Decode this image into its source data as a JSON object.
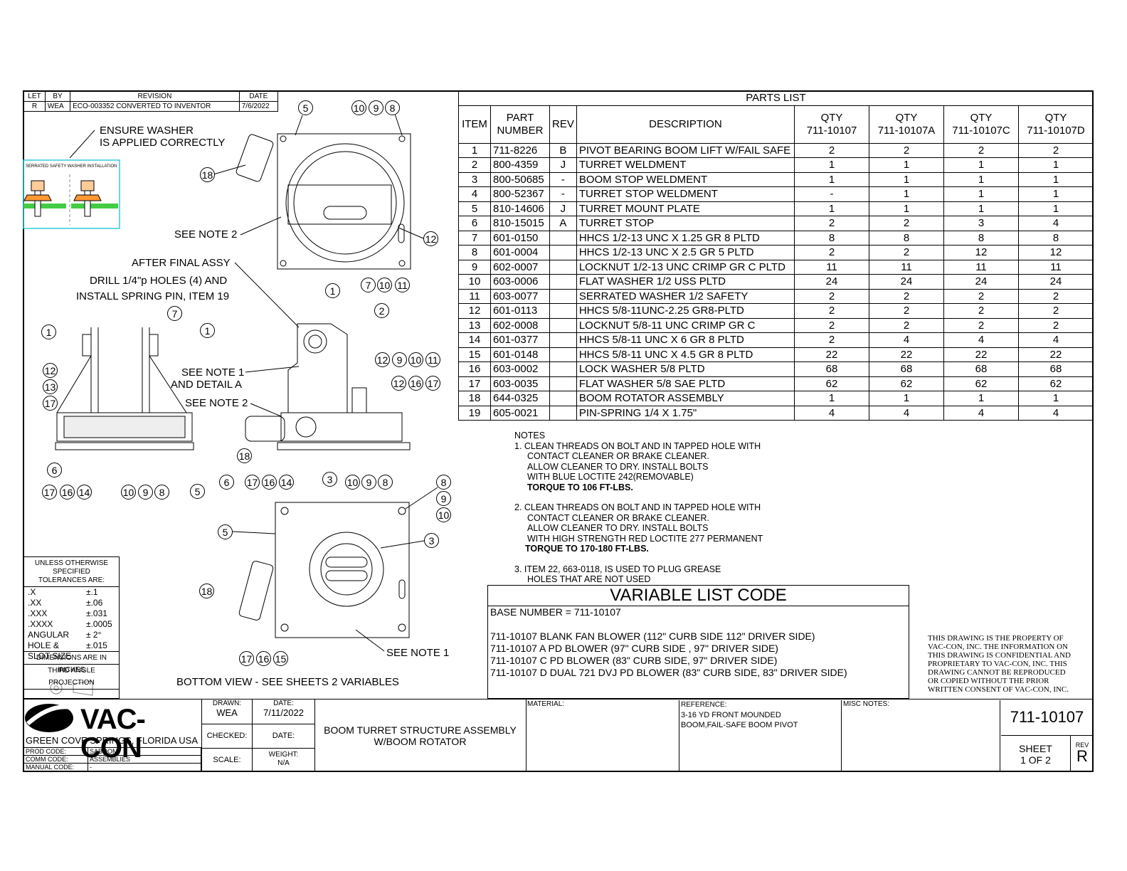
{
  "revision_block": {
    "headers": [
      "LET",
      "BY",
      "REVISION",
      "DATE"
    ],
    "rows": [
      [
        "R",
        "WEA",
        "ECO-003352 CONVERTED TO INVENTOR",
        "7/6/2022"
      ]
    ]
  },
  "washer_note": {
    "line1": "ENSURE WASHER",
    "line2": "IS APPLIED CORRECTLY",
    "detail_title": "SERRATED SAFETY WASHER INSTALLATION"
  },
  "parts_list": {
    "title": "PARTS LIST",
    "headers": {
      "item": "ITEM",
      "part": "PART NUMBER",
      "rev": "REV",
      "desc": "DESCRIPTION",
      "qty_label": "QTY",
      "qty_cols": [
        "711-10107",
        "711-10107A",
        "711-10107C",
        "711-10107D"
      ]
    },
    "rows": [
      {
        "item": "1",
        "part": "711-8226",
        "rev": "B",
        "desc": "PIVOT BEARING BOOM LIFT W/FAIL SAFE",
        "q": [
          "2",
          "2",
          "2",
          "2"
        ]
      },
      {
        "item": "2",
        "part": "800-4359",
        "rev": "J",
        "desc": "TURRET WELDMENT",
        "q": [
          "1",
          "1",
          "1",
          "1"
        ]
      },
      {
        "item": "3",
        "part": "800-50685",
        "rev": "-",
        "desc": "BOOM STOP WELDMENT",
        "q": [
          "1",
          "1",
          "1",
          "1"
        ]
      },
      {
        "item": "4",
        "part": "800-52367",
        "rev": "-",
        "desc": "TURRET STOP WELDMENT",
        "q": [
          "-",
          "1",
          "1",
          "1"
        ]
      },
      {
        "item": "5",
        "part": "810-14606",
        "rev": "J",
        "desc": "TURRET MOUNT PLATE",
        "q": [
          "1",
          "1",
          "1",
          "1"
        ]
      },
      {
        "item": "6",
        "part": "810-15015",
        "rev": "A",
        "desc": "TURRET STOP",
        "q": [
          "2",
          "2",
          "3",
          "4"
        ]
      },
      {
        "item": "7",
        "part": "601-0150",
        "rev": "",
        "desc": "HHCS 1/2-13 UNC X 1.25 GR 8 PLTD",
        "q": [
          "8",
          "8",
          "8",
          "8"
        ]
      },
      {
        "item": "8",
        "part": "601-0004",
        "rev": "",
        "desc": "HHCS 1/2-13 UNC X 2.5 GR 5 PLTD",
        "q": [
          "2",
          "2",
          "12",
          "12"
        ]
      },
      {
        "item": "9",
        "part": "602-0007",
        "rev": "",
        "desc": "LOCKNUT 1/2-13 UNC CRIMP GR C PLTD",
        "q": [
          "11",
          "11",
          "11",
          "11"
        ]
      },
      {
        "item": "10",
        "part": "603-0006",
        "rev": "",
        "desc": "FLAT WASHER 1/2 USS PLTD",
        "q": [
          "24",
          "24",
          "24",
          "24"
        ]
      },
      {
        "item": "11",
        "part": "603-0077",
        "rev": "",
        "desc": "SERRATED WASHER 1/2 SAFETY",
        "q": [
          "2",
          "2",
          "2",
          "2"
        ]
      },
      {
        "item": "12",
        "part": "601-0113",
        "rev": "",
        "desc": "HHCS 5/8-11UNC-2.25 GR8-PLTD",
        "q": [
          "2",
          "2",
          "2",
          "2"
        ]
      },
      {
        "item": "13",
        "part": "602-0008",
        "rev": "",
        "desc": "LOCKNUT 5/8-11 UNC CRIMP GR C",
        "q": [
          "2",
          "2",
          "2",
          "2"
        ]
      },
      {
        "item": "14",
        "part": "601-0377",
        "rev": "",
        "desc": "HHCS 5/8-11 UNC X 6 GR 8 PLTD",
        "q": [
          "2",
          "4",
          "4",
          "4"
        ]
      },
      {
        "item": "15",
        "part": "601-0148",
        "rev": "",
        "desc": "HHCS 5/8-11 UNC X 4.5 GR 8 PLTD",
        "q": [
          "22",
          "22",
          "22",
          "22"
        ]
      },
      {
        "item": "16",
        "part": "603-0002",
        "rev": "",
        "desc": "LOCK WASHER 5/8 PLTD",
        "q": [
          "68",
          "68",
          "68",
          "68"
        ]
      },
      {
        "item": "17",
        "part": "603-0035",
        "rev": "",
        "desc": "FLAT WASHER 5/8 SAE PLTD",
        "q": [
          "62",
          "62",
          "62",
          "62"
        ]
      },
      {
        "item": "18",
        "part": "644-0325",
        "rev": "",
        "desc": "BOOM ROTATOR ASSEMBLY",
        "q": [
          "1",
          "1",
          "1",
          "1"
        ]
      },
      {
        "item": "19",
        "part": "605-0021",
        "rev": "",
        "desc": "PIN-SPRING 1/4 X 1.75\"",
        "q": [
          "4",
          "4",
          "4",
          "4"
        ]
      }
    ]
  },
  "notes": {
    "title": "NOTES",
    "n1": [
      "1.  CLEAN THREADS ON BOLT AND IN TAPPED HOLE WITH",
      "CONTACT CLEANER OR BRAKE CLEANER.",
      "ALLOW CLEANER TO DRY.  INSTALL BOLTS",
      "WITH BLUE LOCTITE 242(REMOVABLE)",
      "TORQUE TO 106 FT-LBS."
    ],
    "n2": [
      "2.  CLEAN THREADS ON BOLT AND IN TAPPED HOLE WITH",
      "CONTACT CLEANER OR BRAKE CLEANER.",
      "ALLOW CLEANER TO DRY.  INSTALL BOLTS",
      "WITH HIGH STRENGTH RED LOCTITE 277 PERMANENT",
      "TORQUE TO 170-180 FT-LBS."
    ],
    "n3": [
      "3.  ITEM 22, 663-0118, IS USED TO PLUG GREASE",
      "HOLES THAT ARE NOT USED"
    ]
  },
  "variable_list": {
    "title": "VARIABLE LIST CODE",
    "base": "BASE NUMBER = 711-10107",
    "lines": [
      "711-10107 BLANK FAN BLOWER (112\" CURB SIDE 112\" DRIVER SIDE)",
      "711-10107 A PD BLOWER (97\" CURB SIDE , 97\" DRIVER SIDE)",
      "711-10107 C PD BLOWER (83\" CURB SIDE, 97\" DRIVER SIDE)",
      "711-10107 D DUAL 721 DVJ PD BLOWER (83\" CURB SIDE, 83\" DRIVER SIDE)"
    ]
  },
  "proprietary": [
    "THIS DRAWING IS THE PROPERTY OF",
    "VAC-CON, INC.  THE INFORMATION ON",
    "THIS DRAWING IS CONFIDENTIAL AND",
    "PROPRIETARY TO VAC-CON, INC.  THIS",
    "DRAWING CANNOT BE REPRODUCED",
    "OR COPIED WITHOUT THE PRIOR",
    "WRITTEN CONSENT OF VAC-CON, INC."
  ],
  "tolerances": {
    "title1": "UNLESS OTHERWISE SPECIFIED",
    "title2": "TOLERANCES ARE:",
    "rows": [
      [
        ".X",
        "±.1"
      ],
      [
        ".XX",
        "±.06"
      ],
      [
        ".XXX",
        "±.031"
      ],
      [
        ".XXXX",
        "±.0005"
      ],
      [
        "ANGULAR",
        "± 2°"
      ],
      [
        "HOLE &",
        "±.015"
      ],
      [
        "SLOT SIZE",
        ""
      ]
    ],
    "dims": "DIMENSIONS ARE IN INCHES",
    "projection": "THIRD ANGLE PROJECTION"
  },
  "callouts": {
    "see_note_2_a": "SEE NOTE 2",
    "after_final": "AFTER FINAL ASSY",
    "drill": "DRILL 1/4\"p  HOLES (4) AND",
    "install_pin": "INSTALL SPRING PIN, ITEM 19",
    "see_note_1_detail_l1": "SEE NOTE 1",
    "see_note_1_detail_l2": "AND DETAIL A",
    "see_note_2_b": "SEE NOTE 2",
    "see_note_1_b": "SEE NOTE 1",
    "bottom_view": "BOTTOM VIEW - SEE SHEETS 2 VARIABLES"
  },
  "balloons": {
    "b5a": "5",
    "b10a": "10",
    "b9a": "9",
    "b8a": "8",
    "b18a": "18",
    "b12a": "12",
    "b1a": "1",
    "b7a": "7",
    "b10b": "10",
    "b11a": "11",
    "b2a": "2",
    "b12b": "12",
    "b9b": "9",
    "b10c": "10",
    "b11b": "11",
    "b12c": "12",
    "b16a": "16",
    "b17a": "17",
    "b18b": "18",
    "b6b": "6",
    "b17b": "17",
    "b16b": "16",
    "b14b": "14",
    "b3a": "3",
    "b10d": "10",
    "b9c": "9",
    "b8b": "8",
    "b7b": "7",
    "b1b": "1",
    "b1c": "1",
    "b12d": "12",
    "b13a": "13",
    "b17c": "17",
    "b6a": "6",
    "b17d": "17",
    "b16c": "16",
    "b14a": "14",
    "b10e": "10",
    "b9d": "9",
    "b8c": "8",
    "b5b": "5",
    "b8d": "8",
    "b9e": "9",
    "b10f": "10",
    "b5c": "5",
    "b3b": "3",
    "b18c": "18",
    "b17e": "17",
    "b16d": "16",
    "b15a": "15"
  },
  "title_block": {
    "company": "VAC-CON",
    "location": "GREEN COVE SPRINGS, FLORIDA USA",
    "prod_code_label": "PROD CODE:",
    "prod_code": "SABOOM",
    "comm_code_label": "COMM CODE:",
    "comm_code": "ASSEMBLIES",
    "manual_code_label": "MANUAL CODE:",
    "manual_code": "-",
    "drawn_label": "DRAWN:",
    "drawn": "WEA",
    "date_label": "DATE:",
    "date": "7/11/2022",
    "checked_label": "CHECKED:",
    "date2_label": "DATE:",
    "scale_label": "SCALE:",
    "weight_label": "WEIGHT:",
    "weight": "N/A",
    "title_l1": "BOOM TURRET STRUCTURE ASSEMBLY",
    "title_l2": "W/BOOM ROTATOR",
    "material_label": "MATERIAL:",
    "reference_label": "REFERENCE:",
    "reference_l1": "3-16 YD FRONT MOUNDED",
    "reference_l2": "BOOM,FAIL-SAFE BOOM PIVOT",
    "misc_label": "MISC NOTES:",
    "drawing_number": "711-10107",
    "sheet_label": "SHEET",
    "sheet": "1  OF 2",
    "rev_label": "REV",
    "rev": "R"
  }
}
